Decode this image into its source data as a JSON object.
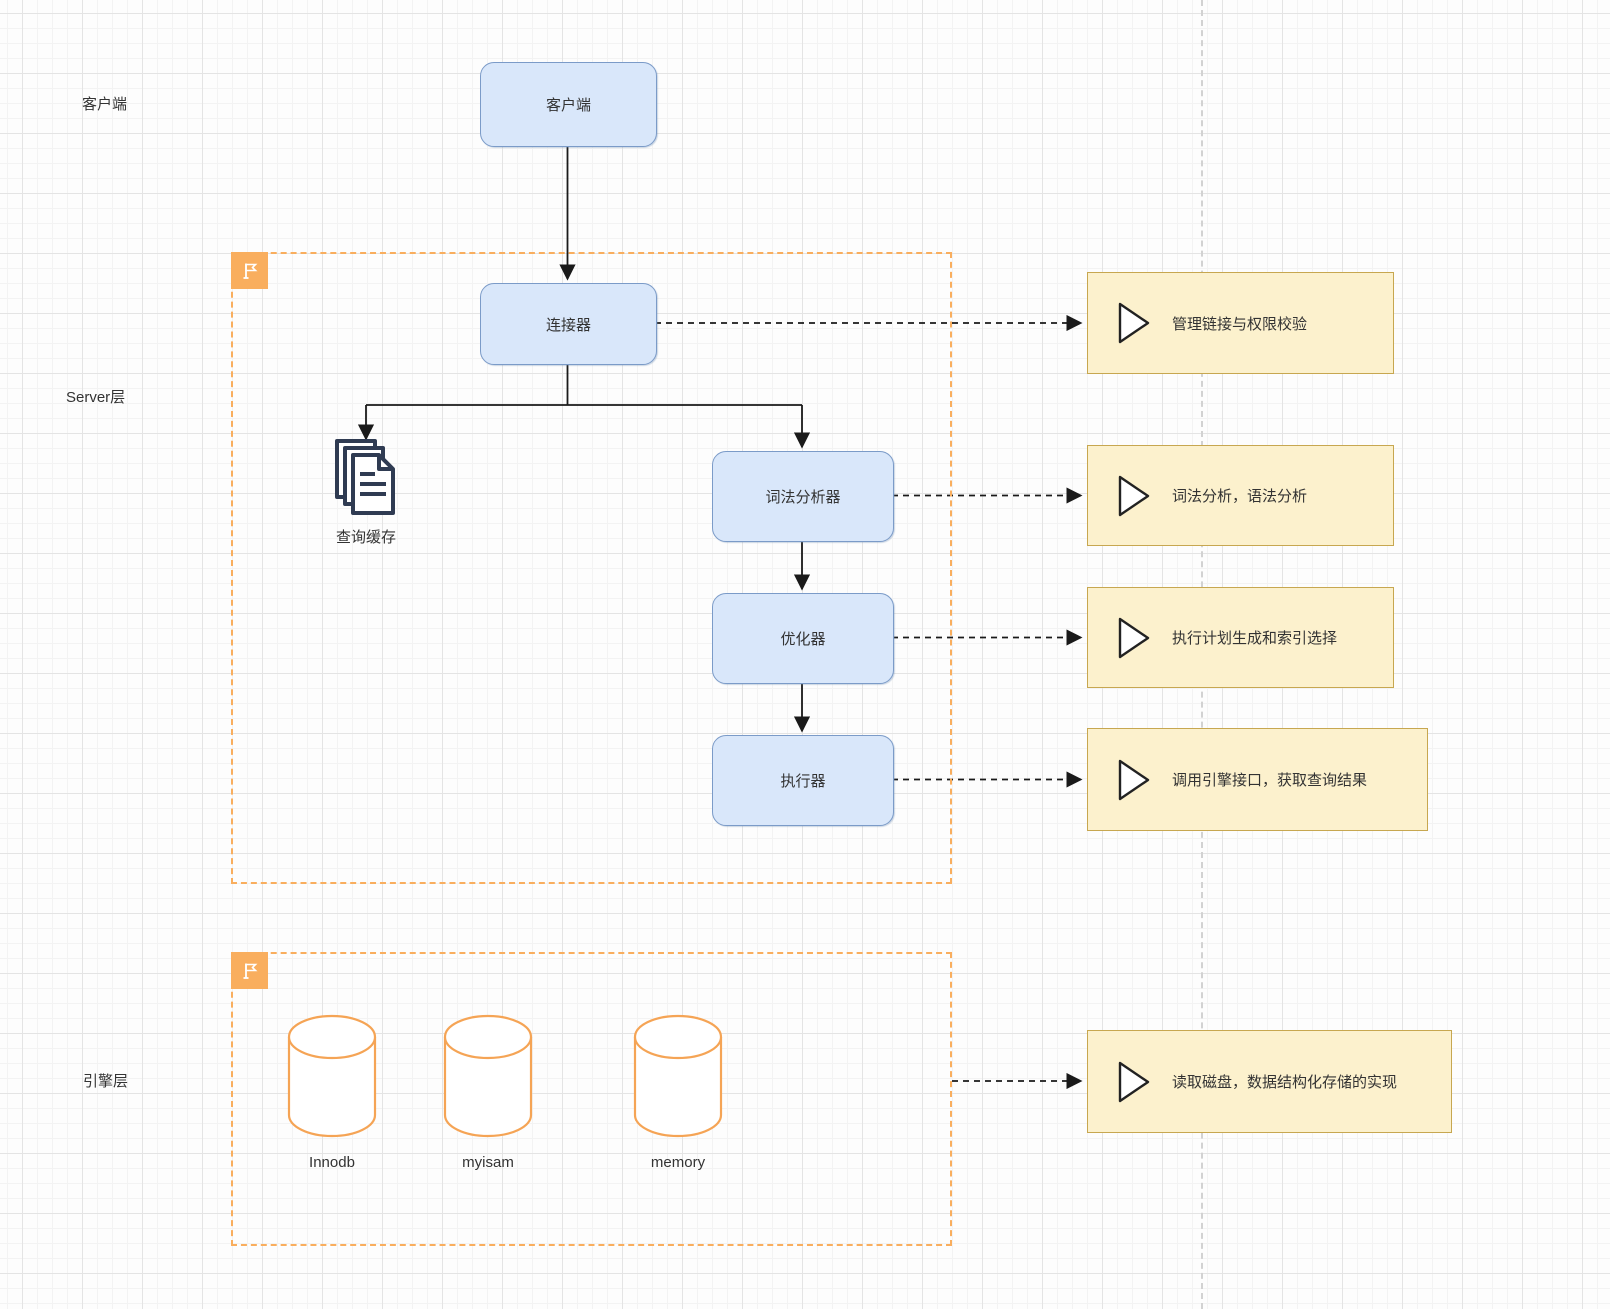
{
  "layers": {
    "client": "客户端",
    "server": "Server层",
    "engine": "引擎层"
  },
  "nodes": {
    "client": {
      "label": "客户端"
    },
    "connector": {
      "label": "连接器"
    },
    "query_cache": {
      "label": "查询缓存"
    },
    "lexer": {
      "label": "词法分析器"
    },
    "optimizer": {
      "label": "优化器"
    },
    "executor": {
      "label": "执行器"
    }
  },
  "notes": [
    {
      "label": "管理链接与权限校验"
    },
    {
      "label": "词法分析，语法分析"
    },
    {
      "label": "执行计划生成和索引选择"
    },
    {
      "label": "调用引擎接口，获取查询结果"
    },
    {
      "label": "读取磁盘，数据结构化存储的实现"
    }
  ],
  "engines": [
    {
      "label": "Innodb"
    },
    {
      "label": "myisam"
    },
    {
      "label": "memory"
    }
  ],
  "colors": {
    "node_fill": "#d9e7fa",
    "node_border": "#7b9bc8",
    "note_fill": "#fcf1cd",
    "note_border": "#c7a750",
    "container_border": "#f9ae5e",
    "flag_fill": "#f9ae5e",
    "doc_icon": "#2f3b52",
    "cylinder_stroke": "#f5a455",
    "arrow": "#1a1a1a",
    "guide_line": "#d2d2d2"
  }
}
